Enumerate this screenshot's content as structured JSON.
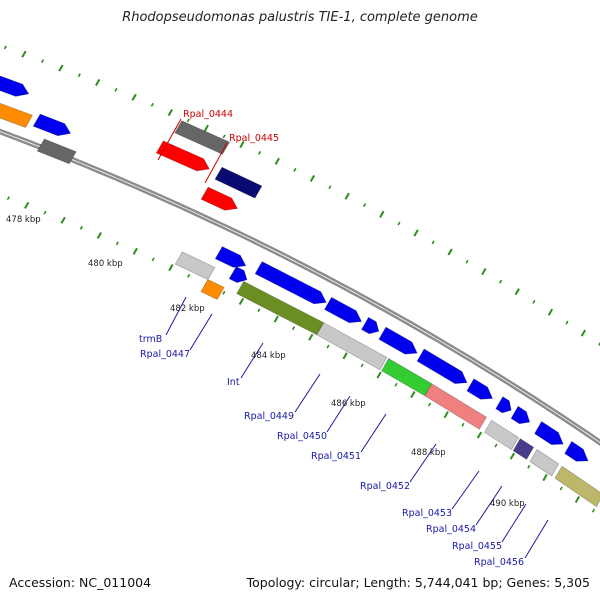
{
  "header": {
    "title": "Rhodopseudomonas palustris TIE-1, complete genome"
  },
  "footer": {
    "accession": "Accession: NC_011004",
    "summary": "Topology: circular; Length: 5,744,041 bp; Genes: 5,305"
  },
  "colors": {
    "backbone": "#8c8c8c",
    "tick": "#2e8b1e",
    "label_forward": "#1a1aa6",
    "label_reverse": "#cc0000"
  },
  "position_labels": [
    "478 kbp",
    "480 kbp",
    "482 kbp",
    "484 kbp",
    "486 kbp",
    "488 kbp",
    "490 kbp"
  ],
  "gene_labels": [
    {
      "text": "Rpal_0444",
      "strand": "reverse"
    },
    {
      "text": "Rpal_0445",
      "strand": "reverse"
    },
    {
      "text": "trmB",
      "strand": "forward"
    },
    {
      "text": "Rpal_0447",
      "strand": "forward"
    },
    {
      "text": "Int",
      "strand": "forward"
    },
    {
      "text": "Rpal_0449",
      "strand": "forward"
    },
    {
      "text": "Rpal_0450",
      "strand": "forward"
    },
    {
      "text": "Rpal_0451",
      "strand": "forward"
    },
    {
      "text": "Rpal_0452",
      "strand": "forward"
    },
    {
      "text": "Rpal_0453",
      "strand": "forward"
    },
    {
      "text": "Rpal_0454",
      "strand": "forward"
    },
    {
      "text": "Rpal_0455",
      "strand": "forward"
    },
    {
      "text": "Rpal_0456",
      "strand": "forward"
    }
  ]
}
